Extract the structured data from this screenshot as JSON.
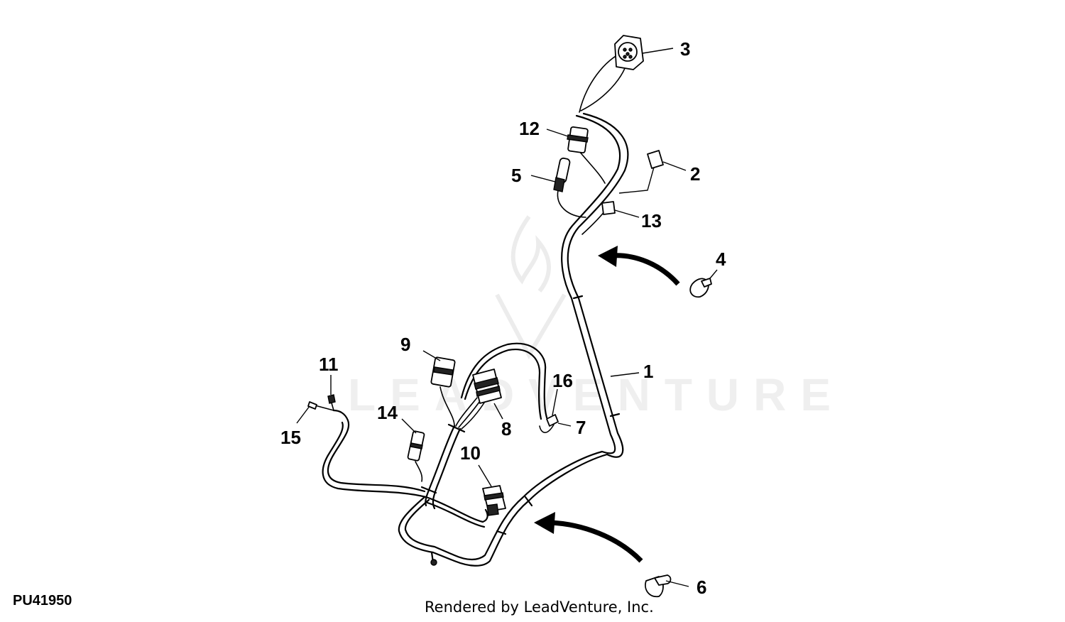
{
  "figure_id": "PU41950",
  "credit": "Rendered by LeadVenture, Inc.",
  "watermark": "LEADVENTURE",
  "callouts": [
    "1",
    "2",
    "3",
    "4",
    "5",
    "6",
    "7",
    "8",
    "9",
    "10",
    "11",
    "12",
    "13",
    "14",
    "15",
    "16"
  ],
  "colors": {
    "ink": "#000000",
    "watermark": "#ececec",
    "background": "#ffffff"
  }
}
